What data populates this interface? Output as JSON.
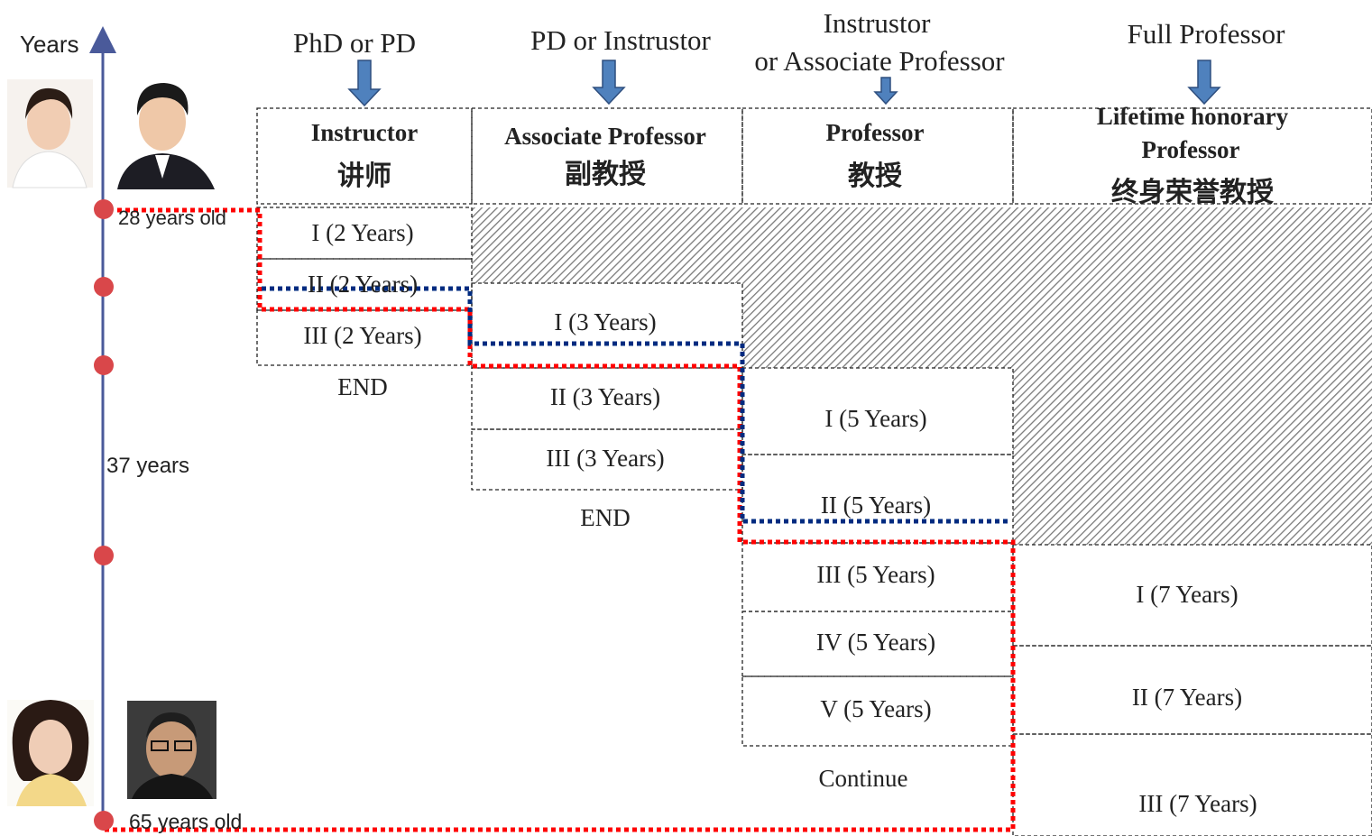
{
  "axis": {
    "years_label": "Years",
    "start_age": "28 years old",
    "span": "37 years",
    "end_age": "65 years old"
  },
  "columns": [
    {
      "entry_lines": [
        "PhD or PD"
      ],
      "title_lines": [
        "Instructor",
        "讲师"
      ],
      "stages": [
        "I (2 Years)",
        "II (2 Years)",
        "III (2 Years)"
      ],
      "footer": "END"
    },
    {
      "entry_lines": [
        "PD or Instrustor"
      ],
      "title_lines": [
        "Associate Professor",
        "副教授"
      ],
      "stages": [
        "I (3 Years)",
        "II (3 Years)",
        "III (3 Years)"
      ],
      "footer": "END"
    },
    {
      "entry_lines": [
        "Instrustor",
        "or Associate Professor"
      ],
      "title_lines": [
        "Professor",
        "教授"
      ],
      "stages": [
        "I (5 Years)",
        "II (5 Years)",
        "III (5 Years)",
        "IV (5 Years)",
        "V (5 Years)"
      ],
      "footer": "Continue"
    },
    {
      "entry_lines": [
        "Full Professor"
      ],
      "title_lines": [
        "Lifetime honorary",
        "Professor",
        "终身荣誉教授"
      ],
      "stages": [
        "I (7 Years)",
        "II (7 Years)",
        "III (7 Years)"
      ]
    }
  ],
  "colors": {
    "axis": "#4a5a9a",
    "marker": "#d9474a",
    "arrow_fill": "#4f81bd",
    "arrow_stroke": "#2f4f7f",
    "red_path": "#ff0000",
    "blue_path": "#002b80",
    "hatch": "#7a7a7a"
  },
  "photos": [
    {
      "name": "young-woman-photo"
    },
    {
      "name": "young-man-photo"
    },
    {
      "name": "older-woman-photo"
    },
    {
      "name": "older-man-photo"
    }
  ]
}
